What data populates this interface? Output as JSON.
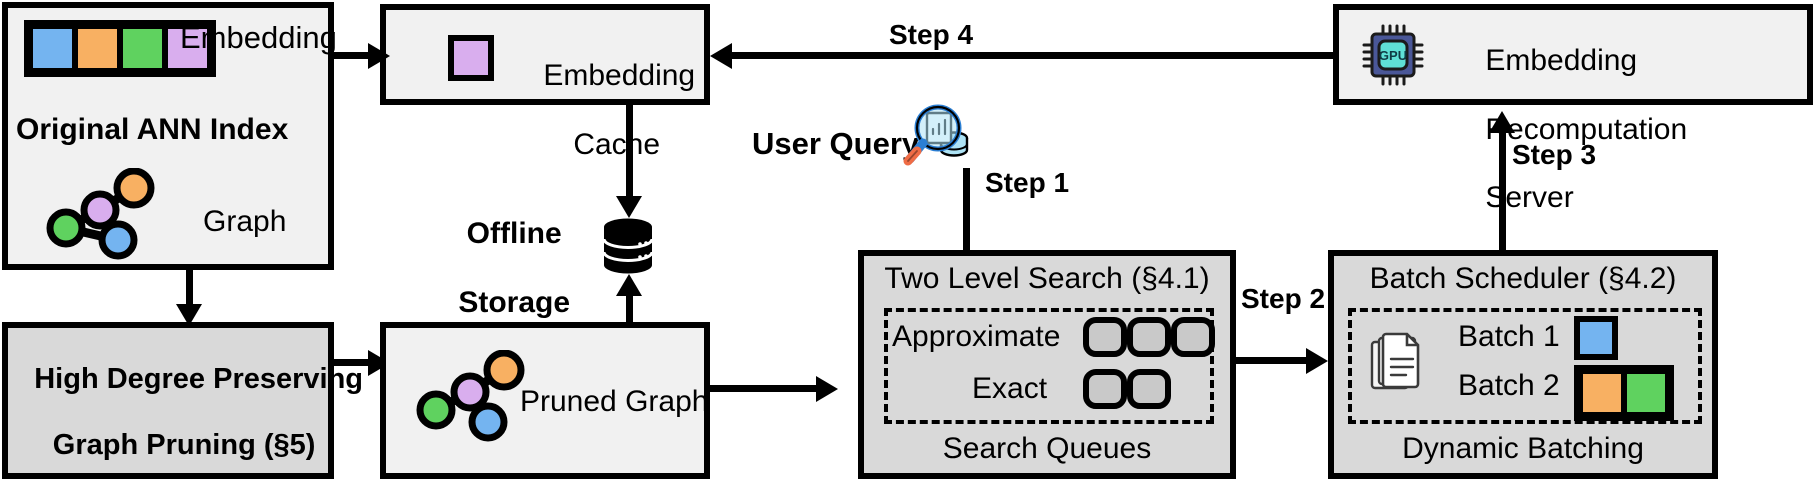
{
  "diagram": {
    "title": "ANN Index Serving Pipeline with Embedding Recomputation",
    "accent_colors": {
      "blue": "#74b4f0",
      "orange": "#f8b062",
      "green": "#5fd25f",
      "purple": "#d9aeee",
      "box_fill_light": "#f1f1f1",
      "box_fill_grey": "#d9d9d9",
      "stroke": "#000000",
      "gpu_chip_frame": "#4a5798",
      "gpu_chip_core": "#5fe0d6",
      "magnifier_lens": "#aee3f5",
      "magnifier_rim": "#2b7fd4",
      "magnifier_handle": "#ef6c45"
    }
  },
  "original_index": {
    "title": "Original ANN Index",
    "embedding_label": "Embedding",
    "graph_label": "Graph",
    "embedding_swatches": [
      "blue",
      "orange",
      "green",
      "purple"
    ],
    "graph_nodes": [
      "orange",
      "purple",
      "green",
      "blue"
    ]
  },
  "pruning": {
    "line1": "High Degree Preserving",
    "line2": "Graph Pruning (§5)"
  },
  "embedding_cache": {
    "line1": "Embedding",
    "line2": "Cache",
    "swatch": "purple"
  },
  "offline_storage": {
    "line1": "Offline",
    "line2": "Storage",
    "icon": "database-cylinder-icon"
  },
  "pruned_graph": {
    "label": "Pruned Graph",
    "graph_nodes": [
      "orange",
      "purple",
      "green",
      "blue"
    ]
  },
  "user_query": {
    "label": "User Query",
    "icon": "magnifier-document-database-icon"
  },
  "two_level_search": {
    "title": "Two Level Search (§4.1)",
    "rows": [
      {
        "label": "Approximate",
        "slots": 3
      },
      {
        "label": "Exact",
        "slots": 2
      }
    ],
    "footer": "Search Queues"
  },
  "batch_scheduler": {
    "title": "Batch Scheduler (§4.2)",
    "icon": "documents-stack-icon",
    "batches": [
      {
        "label": "Batch 1",
        "swatches": [
          "blue"
        ]
      },
      {
        "label": "Batch 2",
        "swatches": [
          "orange",
          "green"
        ]
      }
    ],
    "footer": "Dynamic Batching"
  },
  "recomputation_server": {
    "line1": "Embedding",
    "line2": "Recomputation",
    "line3": "Server",
    "icon": "gpu-chip-icon"
  },
  "steps": {
    "step1": "Step 1",
    "step2": "Step 2",
    "step3": "Step 3",
    "step4": "Step 4"
  }
}
